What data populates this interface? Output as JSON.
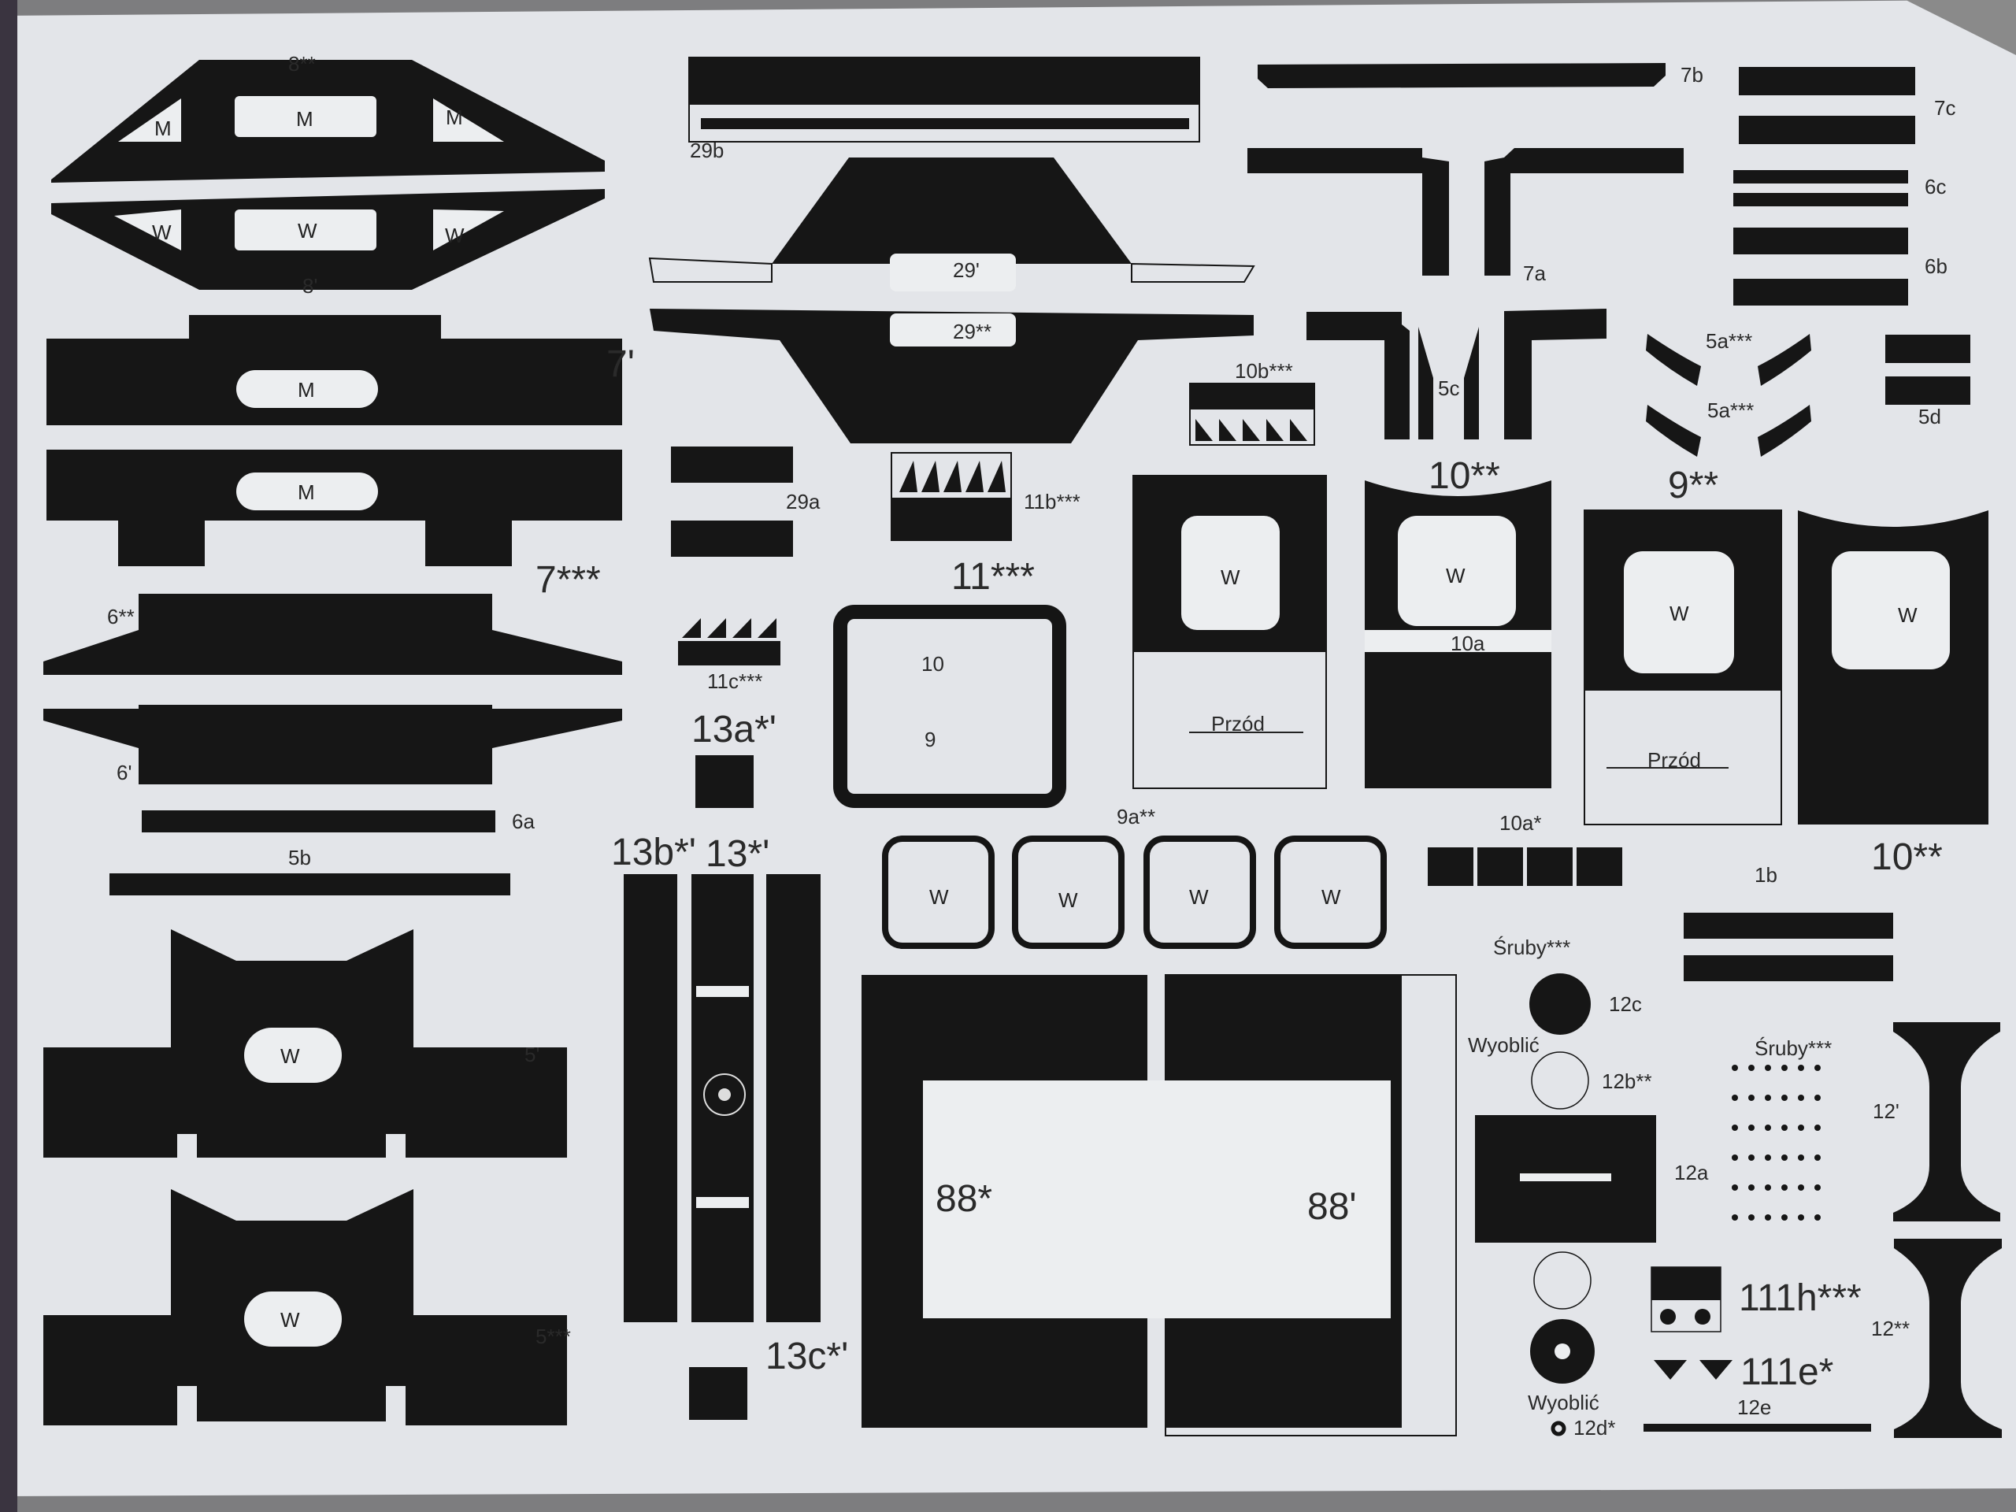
{
  "sheet": {
    "paper_color": "#e3e5e9",
    "ink_color": "#161616",
    "labels": {
      "p8a": "8**",
      "p8b": "8'",
      "p7a": "7'",
      "p7b": "7***",
      "p6a": "6**",
      "p6b": "6'",
      "p6c": "6a",
      "p5b": "5b",
      "p5c": "5'",
      "p5d": "5***",
      "p29b": "29b",
      "p29c": "29'",
      "p29d": "29**",
      "p29a": "29a",
      "p11b": "11b***",
      "p11": "11***",
      "p11c": "11c***",
      "p10in": "10",
      "p9in": "9",
      "p13a": "13a*'",
      "p9a": "9a**",
      "p13b": "13b*'",
      "p13": "13*'",
      "p13c": "13c*'",
      "p88a": "88*",
      "p88b": "88'",
      "p7b2": "7b",
      "p7c": "7c",
      "p6c2": "6c",
      "p6b2": "6b",
      "p7a2": "7a",
      "p10b": "10b***",
      "p5c2": "5c",
      "p5a1": "5a***",
      "p5a2": "5a***",
      "p5d2": "5d",
      "p10s1": "10**",
      "p9s": "9**",
      "p10s2": "10**",
      "przod1": "Przód",
      "przod2": "Przód",
      "p10a": "10a",
      "p10as": "10a*",
      "p1b": "1b",
      "sruby1": "Śruby***",
      "sruby2": "Śruby***",
      "p12c": "12c",
      "wyoblic1": "Wyoblić",
      "p12b": "12b**",
      "p12p": "12'",
      "p12a": "12a",
      "p111h": "111h***",
      "p12ss": "12**",
      "p111e": "111e*",
      "wyoblic2": "Wyoblić",
      "p12d": "12d*",
      "p12e": "12e"
    },
    "window_marks": {
      "m": "M",
      "w": "W"
    }
  }
}
